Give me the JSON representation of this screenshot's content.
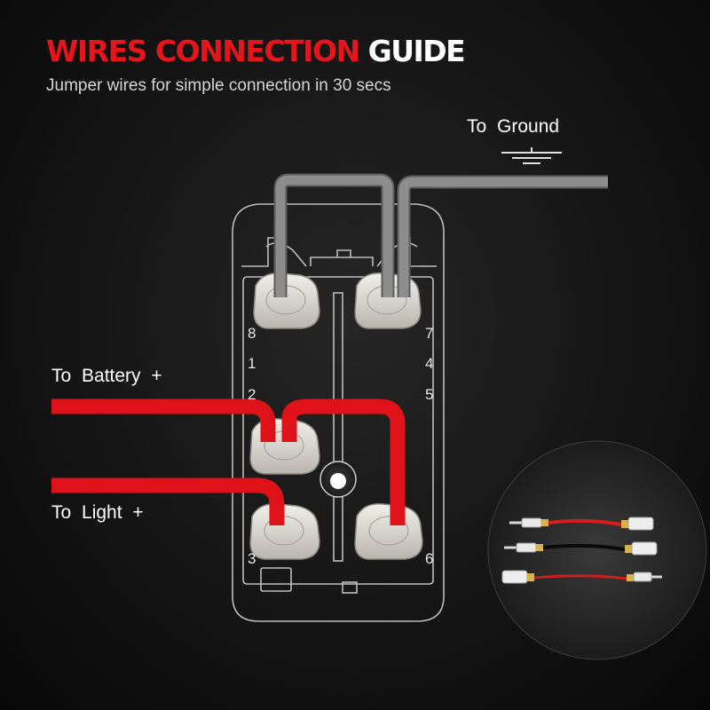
{
  "header": {
    "title_red": "WIRES CONNECTION",
    "title_white": "GUIDE",
    "subtitle": "Jumper wires for simple connection in 30 secs"
  },
  "labels": {
    "ground": "To  Ground",
    "battery": "To  Battery  +",
    "light": "To  Light  +"
  },
  "pins": [
    "8",
    "7",
    "1",
    "4",
    "2",
    "5",
    "3",
    "6"
  ],
  "colors": {
    "title_red": "#e4161b",
    "wire_red": "#e01219",
    "jumper_gray": "#8a8a8a",
    "terminal": "#dedad6",
    "background": "#141414"
  }
}
